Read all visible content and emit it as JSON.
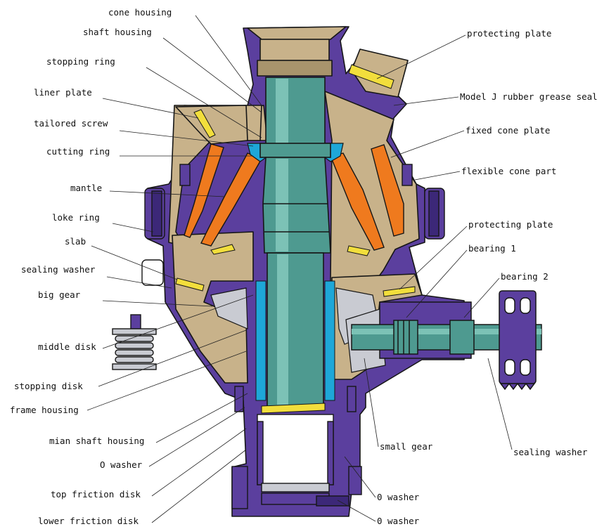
{
  "labels": {
    "cone_housing": "cone housing",
    "shaft_housing": "shaft housing",
    "stopping_ring": "stopping ring",
    "liner_plate": "liner plate",
    "tailored_screw": "tailored screw",
    "cutting_ring": "cutting ring",
    "mantle": "mantle",
    "loke_ring": "loke ring",
    "slab": "slab",
    "sealing_washer_left": "sealing washer",
    "big_gear": "big gear",
    "middle_disk": "middle disk",
    "stopping_disk": "stopping disk",
    "frame_housing": "frame housing",
    "mian_shaft_housing": "mian shaft housing",
    "o_washer_left": "O washer",
    "top_friction_disk": "top friction disk",
    "lower_friction_disk": "lower friction disk",
    "protecting_plate_top": "protecting plate",
    "rubber_grease_seal": "Model J rubber grease seal",
    "fixed_cone_plate": "fixed cone plate",
    "flexible_cone_part": "flexible cone part",
    "protecting_plate_right": "protecting plate",
    "bearing_1": "bearing 1",
    "bearing_2": "bearing 2",
    "small_gear": "small gear",
    "sealing_washer_right": "sealing washer",
    "o_washer_right_1": "0 washer",
    "o_washer_right_2": "0 washer"
  },
  "colors": {
    "housing": "#5b3f9e",
    "housing_dark": "#3c2878",
    "tan": "#c8b28a",
    "tan_dark": "#a8946c",
    "shaft": "#4e9a90",
    "shaft_light": "#7cc2b6",
    "cyan": "#1ea7d8",
    "orange": "#ef7a1e",
    "yellow": "#f2de3c",
    "grey": "#c9cbd2",
    "outline": "#161616"
  }
}
